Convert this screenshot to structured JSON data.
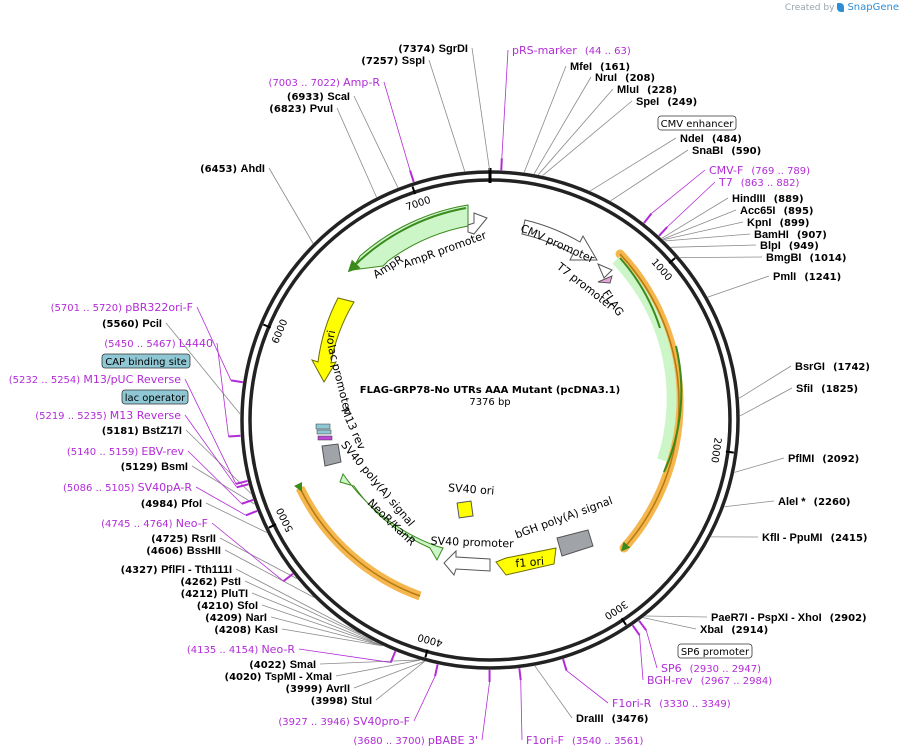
{
  "credit": {
    "prefix": "Created by",
    "brand": "SnapGene"
  },
  "plasmid": {
    "name": "FLAG-GRP78-No UTRs AAA Mutant (pcDNA3.1)",
    "length": 7376,
    "length_label": "7376 bp"
  },
  "ruler_ticks": [
    "1000",
    "2000",
    "3000",
    "4000",
    "5000",
    "6000",
    "7000"
  ],
  "sites": [
    {
      "name": "SgrDI",
      "pos": "(7374)",
      "bp": 7374
    },
    {
      "name": "SspI",
      "pos": "(7257)",
      "bp": 7257
    },
    {
      "name": "ScaI",
      "pos": "(6933)",
      "bp": 6933
    },
    {
      "name": "PvuI",
      "pos": "(6823)",
      "bp": 6823
    },
    {
      "name": "AhdI",
      "pos": "(6453)",
      "bp": 6453
    },
    {
      "name": "MfeI",
      "pos": "(161)",
      "bp": 161
    },
    {
      "name": "NruI",
      "pos": "(208)",
      "bp": 208
    },
    {
      "name": "MluI",
      "pos": "(228)",
      "bp": 228
    },
    {
      "name": "SpeI",
      "pos": "(249)",
      "bp": 249
    },
    {
      "name": "NdeI",
      "pos": "(484)",
      "bp": 484
    },
    {
      "name": "SnaBI",
      "pos": "(590)",
      "bp": 590
    },
    {
      "name": "HindIII",
      "pos": "(889)",
      "bp": 889
    },
    {
      "name": "Acc65I",
      "pos": "(895)",
      "bp": 895
    },
    {
      "name": "KpnI",
      "pos": "(899)",
      "bp": 899
    },
    {
      "name": "BamHI",
      "pos": "(907)",
      "bp": 907
    },
    {
      "name": "BlpI",
      "pos": "(949)",
      "bp": 949
    },
    {
      "name": "BmgBI",
      "pos": "(1014)",
      "bp": 1014
    },
    {
      "name": "PmlI",
      "pos": "(1241)",
      "bp": 1241
    },
    {
      "name": "BsrGI",
      "pos": "(1742)",
      "bp": 1742
    },
    {
      "name": "SfiI",
      "pos": "(1825)",
      "bp": 1825
    },
    {
      "name": "PflMI",
      "pos": "(2092)",
      "bp": 2092
    },
    {
      "name": "AleI *",
      "pos": "(2260)",
      "bp": 2260
    },
    {
      "name": "KflI - PpuMI",
      "pos": "(2415)",
      "bp": 2415
    },
    {
      "name": "PaeR7I - PspXI - XhoI",
      "pos": "(2902)",
      "bp": 2902
    },
    {
      "name": "XbaI",
      "pos": "(2914)",
      "bp": 2914
    },
    {
      "name": "DraIII",
      "pos": "(3476)",
      "bp": 3476
    },
    {
      "name": "StuI",
      "pos": "(3998)",
      "bp": 3998
    },
    {
      "name": "AvrII",
      "pos": "(3999)",
      "bp": 3999
    },
    {
      "name": "TspMI - XmaI",
      "pos": "(4020)",
      "bp": 4020
    },
    {
      "name": "SmaI",
      "pos": "(4022)",
      "bp": 4022
    },
    {
      "name": "KasI",
      "pos": "(4208)",
      "bp": 4208
    },
    {
      "name": "NarI",
      "pos": "(4209)",
      "bp": 4209
    },
    {
      "name": "SfoI",
      "pos": "(4210)",
      "bp": 4210
    },
    {
      "name": "PluTI",
      "pos": "(4212)",
      "bp": 4212
    },
    {
      "name": "PstI",
      "pos": "(4262)",
      "bp": 4262
    },
    {
      "name": "PflFI - Tth111I",
      "pos": "(4327)",
      "bp": 4327
    },
    {
      "name": "BssHII",
      "pos": "(4606)",
      "bp": 4606
    },
    {
      "name": "RsrII",
      "pos": "(4725)",
      "bp": 4725
    },
    {
      "name": "PfoI",
      "pos": "(4984)",
      "bp": 4984
    },
    {
      "name": "BsmI",
      "pos": "(5129)",
      "bp": 5129
    },
    {
      "name": "BstZ17I",
      "pos": "(5181)",
      "bp": 5181
    },
    {
      "name": "PciI",
      "pos": "(5560)",
      "bp": 5560
    }
  ],
  "primers": [
    {
      "name": "pRS-marker",
      "range": "(44 .. 63)",
      "bp": 53
    },
    {
      "name": "Amp-R",
      "range": "(7003 .. 7022)",
      "bp": 7012
    },
    {
      "name": "CMV-F",
      "range": "(769 .. 789)",
      "bp": 779
    },
    {
      "name": "T7",
      "range": "(863 .. 882)",
      "bp": 872
    },
    {
      "name": "pBR322ori-F",
      "range": "(5701 .. 5720)",
      "bp": 5710
    },
    {
      "name": "L4440",
      "range": "(5450 .. 5467)",
      "bp": 5458
    },
    {
      "name": "M13/pUC Reverse",
      "range": "(5232 .. 5254)",
      "bp": 5243
    },
    {
      "name": "M13 Reverse",
      "range": "(5219 .. 5235)",
      "bp": 5227
    },
    {
      "name": "EBV-rev",
      "range": "(5140 .. 5159)",
      "bp": 5150
    },
    {
      "name": "SV40pA-R",
      "range": "(5086 .. 5105)",
      "bp": 5095
    },
    {
      "name": "Neo-F",
      "range": "(4745 .. 4764)",
      "bp": 4754
    },
    {
      "name": "Neo-R",
      "range": "(4135 .. 4154)",
      "bp": 4144
    },
    {
      "name": "SV40pro-F",
      "range": "(3927 .. 3946)",
      "bp": 3936
    },
    {
      "name": "pBABE 3'",
      "range": "(3680 .. 3700)",
      "bp": 3690
    },
    {
      "name": "F1ori-F",
      "range": "(3540 .. 3561)",
      "bp": 3550
    },
    {
      "name": "F1ori-R",
      "range": "(3330 .. 3349)",
      "bp": 3340
    },
    {
      "name": "BGH-rev",
      "range": "(2967 .. 2984)",
      "bp": 2975
    },
    {
      "name": "SP6",
      "range": "(2930 .. 2947)",
      "bp": 2938
    }
  ],
  "boxed_labels": [
    "CMV enhancer",
    "CAP binding site",
    "lac operator",
    "SP6 promoter"
  ],
  "feature_labels": [
    "AmpR",
    "AmpR promoter",
    "ori",
    "lac promoter",
    "M13 rev",
    "SV40 poly(A) signal",
    "NeoR/KanR",
    "SV40 promoter",
    "SV40 ori",
    "f1 ori",
    "bGH poly(A) signal",
    "CMV promoter",
    "T7 promoter",
    "FLAG"
  ],
  "colors": {
    "primer": "#b22bd6",
    "orf": "#f4b64d",
    "orf_arrow": "#3a8a1c",
    "feature_fill": "#ccf5c8",
    "ori": "#ffff00",
    "promoter": "#ffffff",
    "polya": "#a0a4a8",
    "lac": "#8fc7d4"
  }
}
